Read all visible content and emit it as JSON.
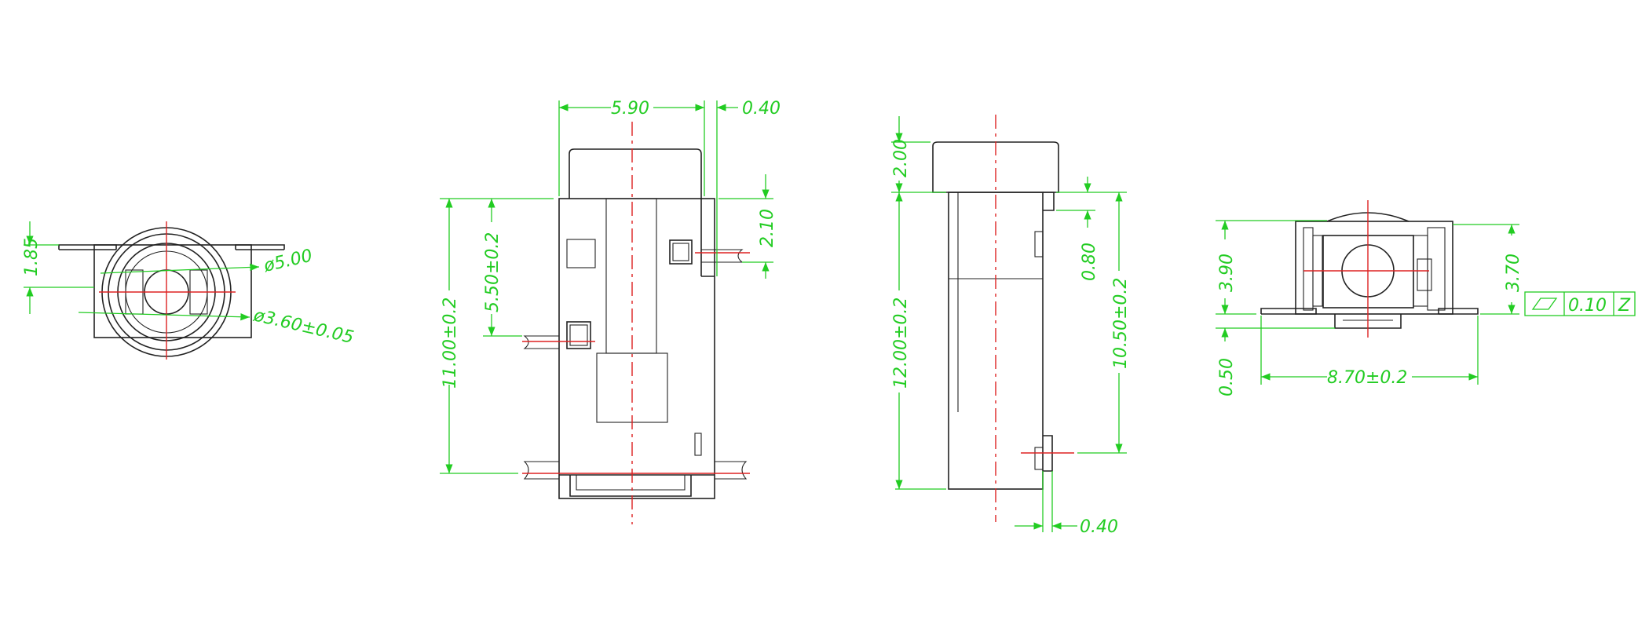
{
  "colors": {
    "outline": "#222222",
    "centerline": "#dd2222",
    "dimension": "#22cc22",
    "background": "#ffffff"
  },
  "front_view": {
    "dim_height": "1.85",
    "dim_outer_dia": "ø5.00",
    "dim_inner_dia": "ø3.60±0.05"
  },
  "side_view": {
    "dim_width": "5.90",
    "dim_offset": "0.40",
    "dim_pin_spacing": "2.10",
    "dim_mid_height": "5.50±0.2",
    "dim_total_height": "11.00±0.2"
  },
  "rear_view": {
    "dim_cap": "2.00",
    "dim_total_height": "12.00±0.2",
    "dim_pin": "0.80",
    "dim_body_height": "10.50±0.2",
    "dim_bottom_offset": "0.40"
  },
  "bottom_view": {
    "dim_height_left": "3.90",
    "dim_height_right": "3.70",
    "dim_bottom": "0.50",
    "dim_width": "8.70±0.2",
    "flatness_symbol": "⏥",
    "flatness_value": "0.10",
    "flatness_datum": "Z"
  }
}
